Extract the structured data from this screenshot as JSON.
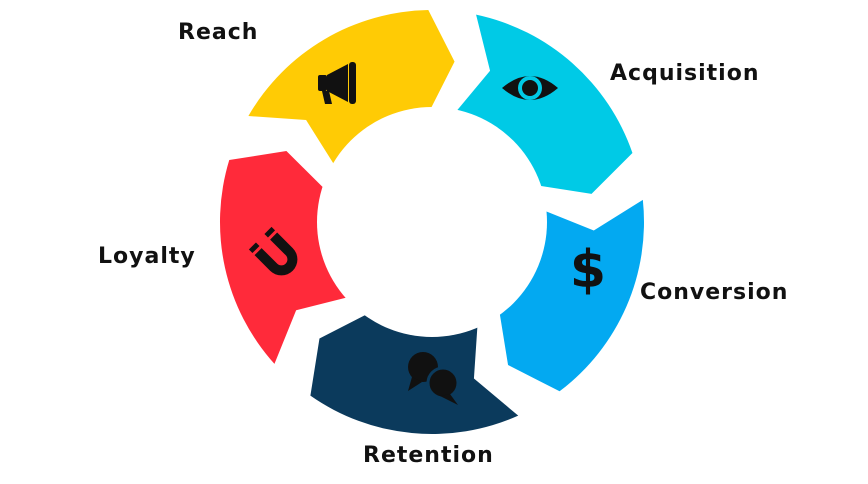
{
  "diagram": {
    "stages": [
      {
        "key": "reach",
        "label": "Reach",
        "color": "#FFCB05",
        "icon": "megaphone-icon"
      },
      {
        "key": "acquisition",
        "label": "Acquisition",
        "color": "#00CAE6",
        "icon": "eye-icon"
      },
      {
        "key": "conversion",
        "label": "Conversion",
        "color": "#03A9F1",
        "icon": "dollar-icon"
      },
      {
        "key": "retention",
        "label": "Retention",
        "color": "#0B3A5C",
        "icon": "chat-bubbles-icon"
      },
      {
        "key": "loyalty",
        "label": "Loyalty",
        "color": "#FF2A3A",
        "icon": "magnet-icon"
      }
    ]
  }
}
